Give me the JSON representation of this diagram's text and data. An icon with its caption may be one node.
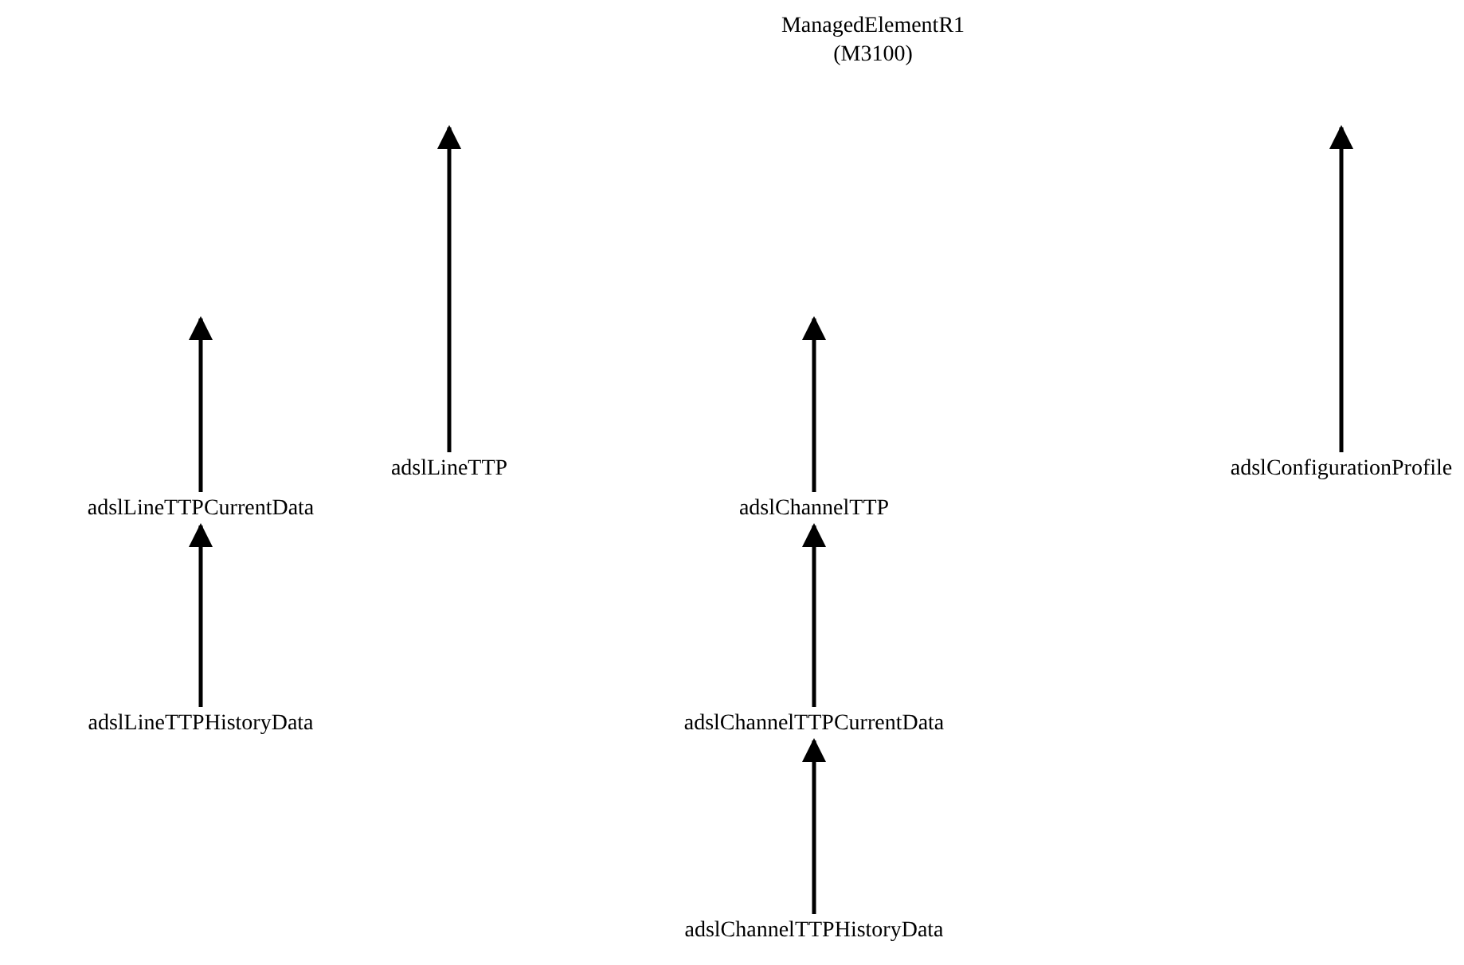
{
  "diagram": {
    "nodes": [
      {
        "text": [
          "ManagedElementR1 (M3100)"
        ]
      },
      {
        "text": [
          "adslLineTTP"
        ]
      },
      {
        "text": [
          "adslConfigurationProfile"
        ]
      },
      {
        "text": [
          "adslLineTTPCurrentData"
        ]
      },
      {
        "text": [
          "adslChannelTTP"
        ]
      },
      {
        "text": [
          "adslLineTTPHistoryData"
        ]
      },
      {
        "text": [
          "adslChannelTTPCurrentData"
        ]
      },
      {
        "text": [
          "adslChannelTTPHistoryData"
        ]
      }
    ],
    "edges": [
      {
        "from": 1,
        "to": null,
        "arrow": "to"
      },
      {
        "from": 2,
        "to": null,
        "arrow": "to"
      },
      {
        "from": 3,
        "to": null,
        "arrow": "to"
      },
      {
        "from": 4,
        "to": null,
        "arrow": "to"
      },
      {
        "from": 5,
        "to": 3,
        "arrow": "to"
      },
      {
        "from": 6,
        "to": 4,
        "arrow": "to"
      },
      {
        "from": 7,
        "to": 6,
        "arrow": "to"
      }
    ]
  }
}
